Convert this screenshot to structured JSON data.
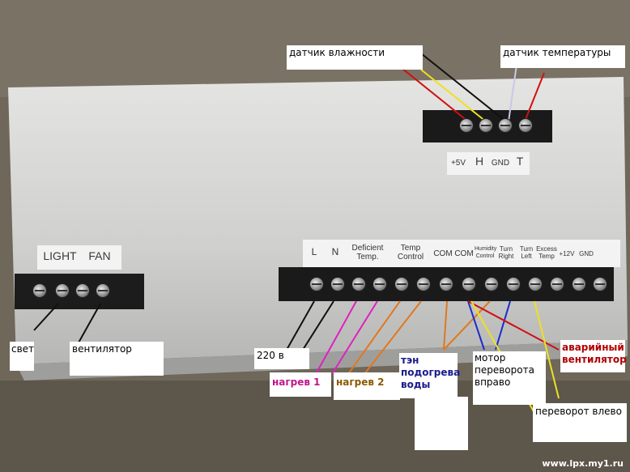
{
  "annotations": {
    "humidity_sensor": "датчик влажности",
    "temperature_sensor": "датчик температуры",
    "light": "свет",
    "fan": "вентилятор",
    "mains": "220 в",
    "heater1": "нагрев 1",
    "heater2": "нагрев 2",
    "water_heater": "тэн подогрева воды",
    "motor_right": "мотор переворота вправо",
    "emergency_fan": "аварийный вентилятор",
    "turn_left": "переворот влево"
  },
  "top_block_labels": [
    "+5V",
    "H",
    "GND",
    "T"
  ],
  "left_block_labels": [
    "LIGHT",
    "FAN"
  ],
  "main_block_labels": [
    "L",
    "N",
    "Deficient Temp.",
    "Temp Control",
    "COM",
    "COM",
    "Humidity Control",
    "Turn Right",
    "Turn Left",
    "Excess Temp",
    "+12V",
    "GND"
  ],
  "watermark": "www.lpx.my1.ru",
  "colors": {
    "wire_red": "#d01010",
    "wire_yellow": "#f0e020",
    "wire_black": "#101010",
    "wire_blue": "#1a2bd0",
    "wire_magenta": "#e020c0",
    "wire_orange": "#e07820",
    "text_red": "#b00000",
    "text_magenta": "#c0168c",
    "text_brown": "#8a5a00",
    "text_navy": "#1a1a8a"
  }
}
